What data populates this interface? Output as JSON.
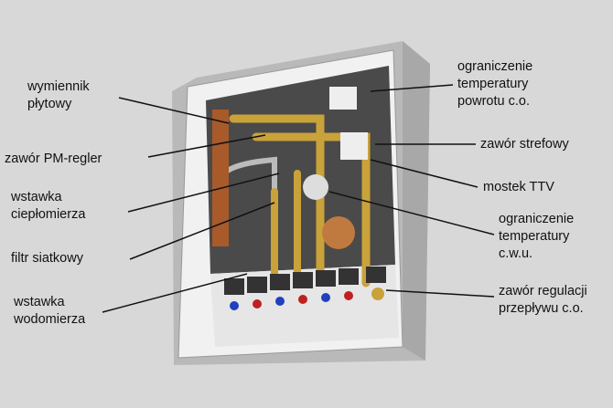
{
  "labels": {
    "plate_exchanger": [
      "wymiennik",
      "płytowy"
    ],
    "pm_regler_valve": "zawór PM-regler",
    "heat_meter_insert": [
      "wstawka",
      "ciepłomierza"
    ],
    "mesh_filter": "filtr siatkowy",
    "water_meter_insert": [
      "wstawka",
      "wodomierza"
    ],
    "return_temp_limit": [
      "ograniczenie",
      "temperatury",
      "powrotu c.o."
    ],
    "zone_valve": "zawór strefowy",
    "ttv_bridge": "mostek TTV",
    "dhw_temp_limit": [
      "ograniczenie",
      "temperatury",
      "c.w.u."
    ],
    "flow_control_valve": [
      "zawór regulacji",
      "przepływu c.o."
    ]
  }
}
